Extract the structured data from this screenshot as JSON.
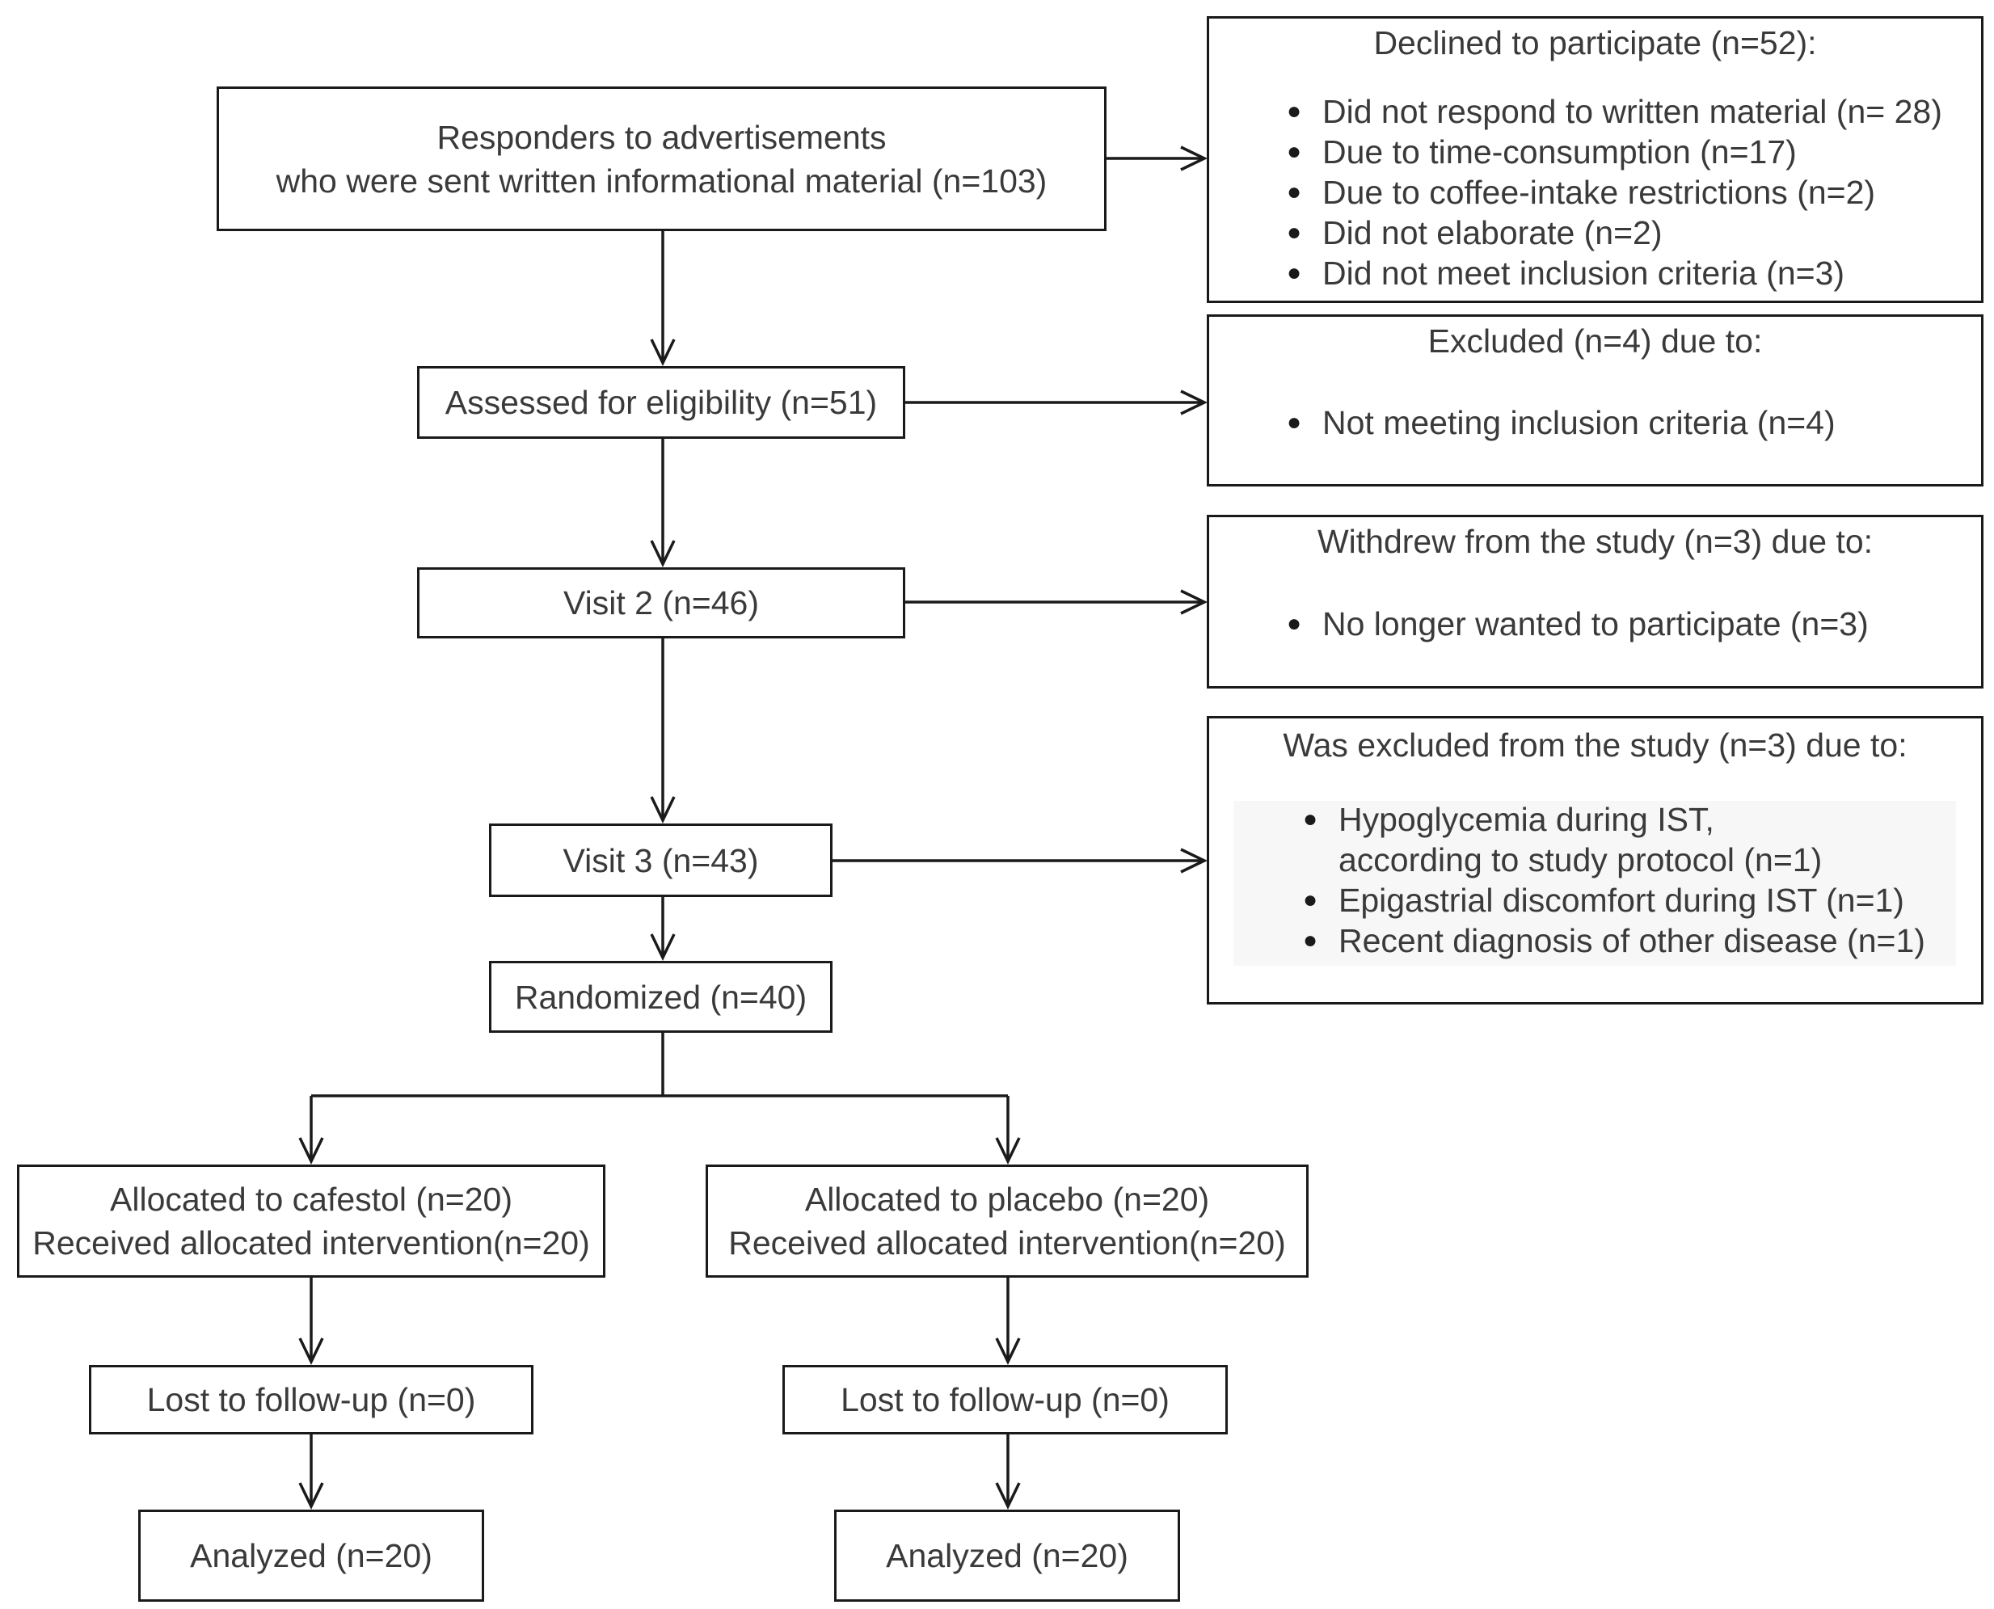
{
  "flow": {
    "responders": {
      "line1": "Responders to advertisements",
      "line2": "who were sent written informational material (n=103)"
    },
    "assessed": "Assessed for eligibility (n=51)",
    "visit2": "Visit 2 (n=46)",
    "visit3": "Visit 3 (n=43)",
    "randomized": "Randomized (n=40)",
    "cafestol": {
      "allocated": "Allocated to cafestol (n=20)",
      "received": "Received allocated intervention(n=20)",
      "lost": "Lost to follow-up (n=0)",
      "analyzed": "Analyzed (n=20)"
    },
    "placebo": {
      "allocated": "Allocated to placebo (n=20)",
      "received": "Received allocated intervention(n=20)",
      "lost": "Lost to follow-up (n=0)",
      "analyzed": "Analyzed (n=20)"
    }
  },
  "side": {
    "declined": {
      "heading": "Declined to participate (n=52):",
      "items": [
        "Did not respond to written material (n= 28)",
        "Due to time-consumption (n=17)",
        "Due to coffee-intake restrictions (n=2)",
        "Did not elaborate (n=2)",
        "Did not meet inclusion criteria (n=3)"
      ]
    },
    "excluded": {
      "heading": "Excluded (n=4) due to:",
      "items": [
        "Not meeting inclusion criteria (n=4)"
      ]
    },
    "withdrew": {
      "heading": "Withdrew from the study (n=3) due to:",
      "items": [
        "No longer wanted to participate (n=3)"
      ]
    },
    "excluded_study": {
      "heading": "Was excluded from the study (n=3) due to:",
      "item1_line1": "Hypoglycemia during IST,",
      "item1_line2": "according to study protocol (n=1)",
      "item2": "Epigastrial discomfort during IST (n=1)",
      "item3": "Recent diagnosis of other disease (n=1)"
    }
  }
}
